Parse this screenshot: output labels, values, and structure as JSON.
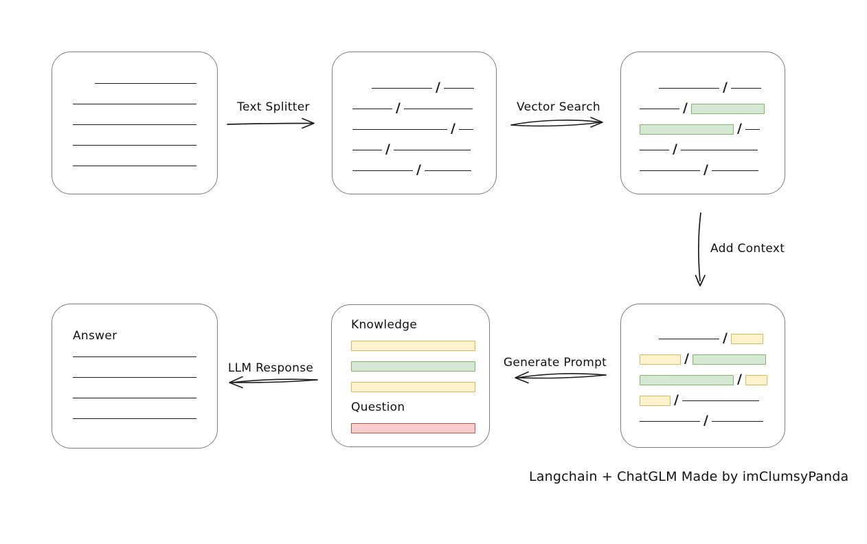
{
  "diagram": {
    "caption": "Langchain + ChatGLM Made by imClumsyPanda",
    "colors": {
      "canvas": "#ffffff",
      "box_border": "#7b7b7b",
      "stroke": "#1b1b1b",
      "green": {
        "fill": "#d5e8d4",
        "stroke": "#82b366"
      },
      "yellow": {
        "fill": "#fff2cc",
        "stroke": "#d6b656"
      },
      "red": {
        "fill": "#f8cecc",
        "stroke": "#b85450"
      }
    },
    "arrows": [
      {
        "id": "text-splitter",
        "label": "Text Splitter",
        "direction": "right"
      },
      {
        "id": "vector-search",
        "label": "Vector Search",
        "direction": "right"
      },
      {
        "id": "add-context",
        "label": "Add Context",
        "direction": "down"
      },
      {
        "id": "generate-prompt",
        "label": "Generate Prompt",
        "direction": "left"
      },
      {
        "id": "llm-response",
        "label": "LLM Response",
        "direction": "left"
      }
    ],
    "nodes": [
      {
        "id": "source-document",
        "rows": [
          {
            "indent": 32,
            "segments": [
              {
                "type": "line",
                "w": 148
              }
            ]
          },
          {
            "segments": [
              {
                "type": "line",
                "w": 182
              }
            ]
          },
          {
            "segments": [
              {
                "type": "line",
                "w": 182
              }
            ]
          },
          {
            "segments": [
              {
                "type": "line",
                "w": 182
              }
            ]
          },
          {
            "segments": [
              {
                "type": "line",
                "w": 182
              }
            ]
          }
        ]
      },
      {
        "id": "split-text",
        "rows": [
          {
            "indent": 28,
            "segments": [
              {
                "type": "line",
                "w": 88
              },
              {
                "type": "slash"
              },
              {
                "type": "line",
                "w": 44
              }
            ]
          },
          {
            "segments": [
              {
                "type": "line",
                "w": 58
              },
              {
                "type": "slash"
              },
              {
                "type": "line",
                "w": 100
              }
            ]
          },
          {
            "segments": [
              {
                "type": "line",
                "w": 138
              },
              {
                "type": "slash"
              },
              {
                "type": "line",
                "w": 21
              }
            ]
          },
          {
            "segments": [
              {
                "type": "line",
                "w": 43
              },
              {
                "type": "slash"
              },
              {
                "type": "line",
                "w": 112
              }
            ]
          },
          {
            "segments": [
              {
                "type": "line",
                "w": 88
              },
              {
                "type": "slash"
              },
              {
                "type": "line",
                "w": 68
              }
            ]
          }
        ]
      },
      {
        "id": "vector-matches",
        "rows": [
          {
            "indent": 28,
            "segments": [
              {
                "type": "line",
                "w": 88
              },
              {
                "type": "slash"
              },
              {
                "type": "line",
                "w": 44
              }
            ]
          },
          {
            "segments": [
              {
                "type": "line",
                "w": 58
              },
              {
                "type": "slash"
              },
              {
                "type": "chunk",
                "color": "green",
                "w": 107
              }
            ]
          },
          {
            "segments": [
              {
                "type": "chunk",
                "color": "green",
                "w": 137
              },
              {
                "type": "slash"
              },
              {
                "type": "line",
                "w": 21
              }
            ]
          },
          {
            "segments": [
              {
                "type": "line",
                "w": 43
              },
              {
                "type": "slash"
              },
              {
                "type": "line",
                "w": 112
              }
            ]
          },
          {
            "segments": [
              {
                "type": "line",
                "w": 88
              },
              {
                "type": "slash"
              },
              {
                "type": "line",
                "w": 68
              }
            ]
          }
        ]
      },
      {
        "id": "context-chunks",
        "rows": [
          {
            "indent": 28,
            "segments": [
              {
                "type": "line",
                "w": 88
              },
              {
                "type": "slash"
              },
              {
                "type": "chunk",
                "color": "yellow",
                "w": 47
              }
            ]
          },
          {
            "segments": [
              {
                "type": "chunk",
                "color": "yellow",
                "w": 60
              },
              {
                "type": "slash"
              },
              {
                "type": "chunk",
                "color": "green",
                "w": 107
              }
            ]
          },
          {
            "segments": [
              {
                "type": "chunk",
                "color": "green",
                "w": 137
              },
              {
                "type": "slash"
              },
              {
                "type": "chunk",
                "color": "yellow",
                "w": 32
              }
            ]
          },
          {
            "segments": [
              {
                "type": "chunk",
                "color": "yellow",
                "w": 45
              },
              {
                "type": "slash"
              },
              {
                "type": "line",
                "w": 112
              }
            ]
          },
          {
            "segments": [
              {
                "type": "line",
                "w": 88
              },
              {
                "type": "slash"
              },
              {
                "type": "line",
                "w": 75
              }
            ]
          }
        ]
      },
      {
        "id": "prompt",
        "rows": [
          {
            "segments": [
              {
                "type": "label",
                "text": "Knowledge"
              }
            ]
          },
          {
            "segments": [
              {
                "type": "chunk",
                "color": "yellow",
                "w": 183
              }
            ]
          },
          {
            "segments": [
              {
                "type": "chunk",
                "color": "green",
                "w": 183
              }
            ]
          },
          {
            "segments": [
              {
                "type": "chunk",
                "color": "yellow",
                "w": 183
              }
            ]
          },
          {
            "segments": [
              {
                "type": "label",
                "text": "Question"
              }
            ]
          },
          {
            "segments": [
              {
                "type": "chunk",
                "color": "red",
                "w": 183
              }
            ]
          }
        ]
      },
      {
        "id": "answer",
        "rows": [
          {
            "segments": [
              {
                "type": "label",
                "text": "Answer"
              }
            ]
          },
          {
            "segments": [
              {
                "type": "line",
                "w": 182
              }
            ]
          },
          {
            "segments": [
              {
                "type": "line",
                "w": 182
              }
            ]
          },
          {
            "segments": [
              {
                "type": "line",
                "w": 182
              }
            ]
          },
          {
            "segments": [
              {
                "type": "line",
                "w": 182
              }
            ]
          }
        ]
      }
    ]
  }
}
